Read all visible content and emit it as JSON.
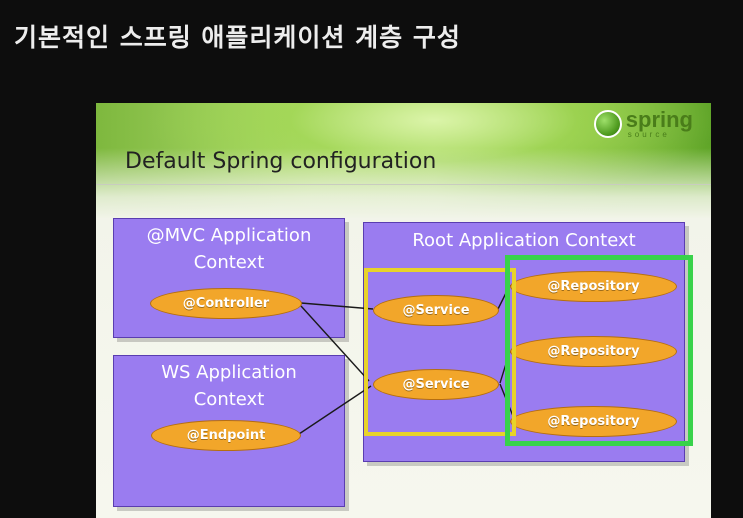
{
  "title": "기본적인 스프링 애플리케이션 계층 구성",
  "slide": {
    "heading": "Default Spring configuration",
    "logo": {
      "main": "spring",
      "sub": "source"
    },
    "mvc_context": "@MVC Application Context",
    "ws_context": "WS Application Context",
    "root_context": "Root Application Context",
    "controller": "@Controller",
    "endpoint": "@Endpoint",
    "services": [
      "@Service",
      "@Service"
    ],
    "repositories": [
      "@Repository",
      "@Repository",
      "@Repository"
    ]
  },
  "colors": {
    "context_box": "#9a7cf0",
    "bean_pill": "#f2a62a",
    "service_highlight": "#e8d32a",
    "repository_highlight": "#38d24a"
  }
}
